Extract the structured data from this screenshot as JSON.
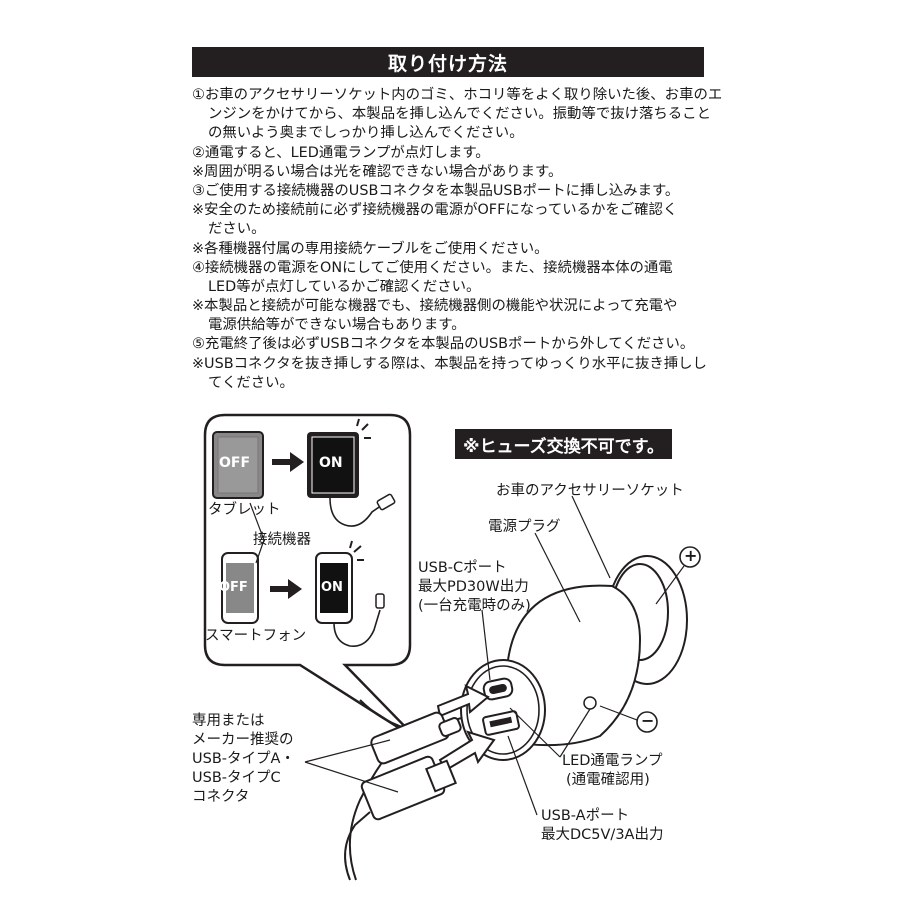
{
  "title": "取り付け方法",
  "instructions": [
    {
      "text": "①お車のアクセサリーソケット内のゴミ、ホコリ等をよく取り除いた後、お車のエ",
      "indent": false
    },
    {
      "text": "ンジンをかけてから、本製品を挿し込んでください。振動等で抜け落ちること",
      "indent": true
    },
    {
      "text": "の無いよう奥までしっかり挿し込んでください。",
      "indent": true
    },
    {
      "text": "②通電すると、LED通電ランプが点灯します。",
      "indent": false
    },
    {
      "text": "※周囲が明るい場合は光を確認できない場合があります。",
      "indent": false
    },
    {
      "text": "③ご使用する接続機器のUSBコネクタを本製品USBポートに挿し込みます。",
      "indent": false
    },
    {
      "text": "※安全のため接続前に必ず接続機器の電源がOFFになっているかをご確認く",
      "indent": false
    },
    {
      "text": "ださい。",
      "indent": true
    },
    {
      "text": "※各種機器付属の専用接続ケーブルをご使用ください。",
      "indent": false
    },
    {
      "text": "④接続機器の電源をONにしてご使用ください。また、接続機器本体の通電",
      "indent": false
    },
    {
      "text": "LED等が点灯しているかご確認ください。",
      "indent": true
    },
    {
      "text": "※本製品と接続が可能な機器でも、接続機器側の機能や状況によって充電や",
      "indent": false
    },
    {
      "text": "電源供給等ができない場合もあります。",
      "indent": true
    },
    {
      "text": "⑤充電終了後は必ずUSBコネクタを本製品のUSBポートから外してください。",
      "indent": false
    },
    {
      "text": "※USBコネクタを抜き挿しする際は、本製品を持ってゆっくり水平に抜き挿しし",
      "indent": false
    },
    {
      "text": "てください。",
      "indent": true
    }
  ],
  "warning": "※ヒューズ交換不可です。",
  "inset": {
    "off": "OFF",
    "on": "ON",
    "tablet": "タブレット",
    "device": "接続機器",
    "smartphone": "スマートフォン"
  },
  "labels": {
    "socket": "お車のアクセサリーソケット",
    "plug": "電源プラグ",
    "usbc_1": "USB-Cポート",
    "usbc_2": "最大PD30W出力",
    "usbc_3": "(一台充電時のみ)",
    "conn_1": "専用または",
    "conn_2": "メーカー推奨の",
    "conn_3": "USB-タイプA・",
    "conn_4": "USB-タイプC",
    "conn_5": "コネクタ",
    "led_1": "LED通電ランプ",
    "led_2": "(通電確認用)",
    "usba_1": "USB-Aポート",
    "usba_2": "最大DC5V/3A出力",
    "plus": "+",
    "minus": "−"
  }
}
